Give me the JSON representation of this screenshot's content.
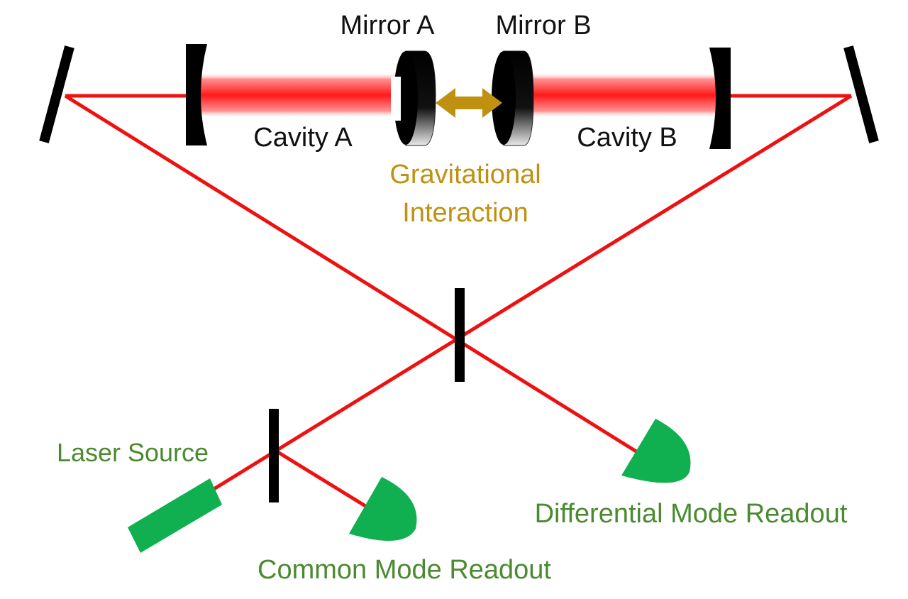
{
  "labels": {
    "mirror_a": "Mirror A",
    "mirror_b": "Mirror B",
    "cavity_a": "Cavity A",
    "cavity_b": "Cavity B",
    "grav_line1": "Gravitational",
    "grav_line2": "Interaction",
    "laser_source": "Laser Source",
    "common_readout": "Common Mode Readout",
    "differential_readout": "Differential Mode Readout"
  },
  "colors": {
    "beam": "#ee1111",
    "optic": "#000000",
    "interaction": "#c09010",
    "green_component": "#10b050",
    "green_text": "#4a8a30",
    "text": "#111111"
  }
}
